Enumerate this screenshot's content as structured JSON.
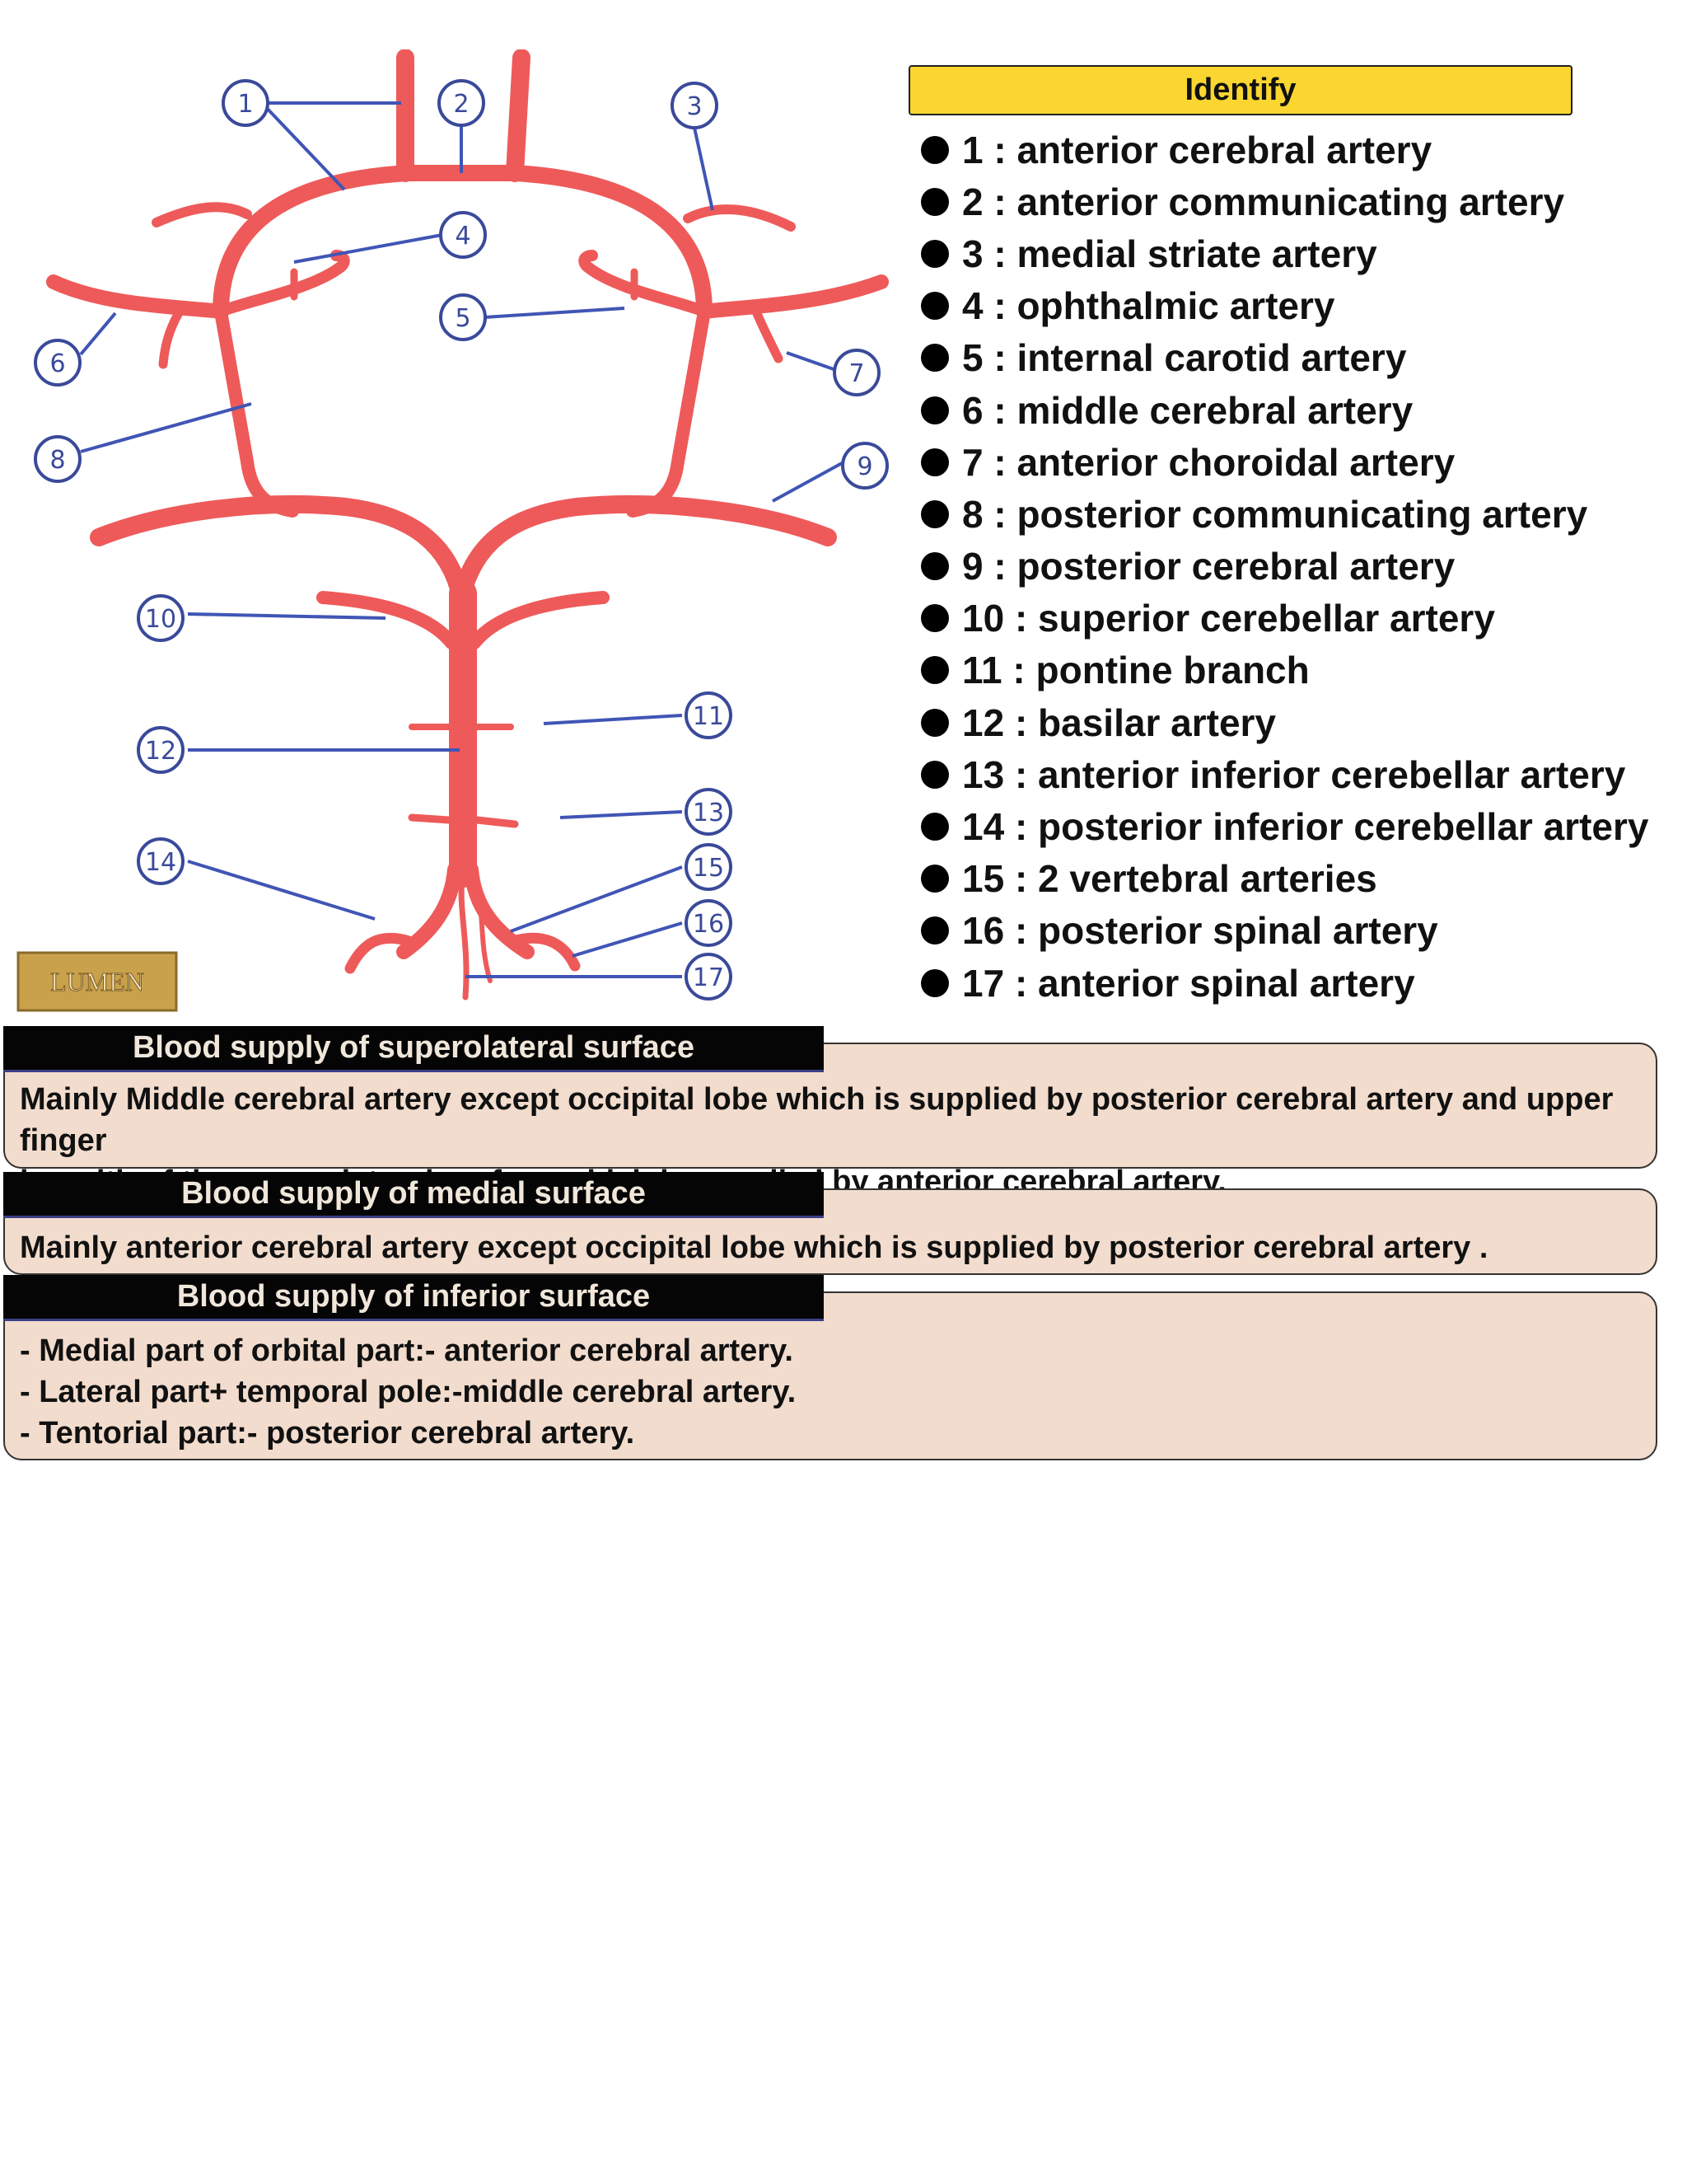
{
  "identify": {
    "title": "Identify",
    "items": [
      "1 : anterior cerebral artery",
      "2 : anterior communicating artery",
      "3 : medial striate artery",
      "4 : ophthalmic artery",
      "5 : internal carotid artery",
      "6 : middle cerebral artery",
      "7 : anterior choroidal artery",
      "8 : posterior communicating artery",
      "9 : posterior cerebral artery",
      "10 : superior cerebellar artery",
      "11 : pontine branch",
      "12 : basilar artery",
      "13 : anterior inferior cerebellar artery",
      "14 : posterior inferior cerebellar artery",
      "15 : 2 vertebral arteries",
      "16 : posterior spinal artery",
      "17 : anterior spinal artery"
    ]
  },
  "diagram": {
    "callouts": [
      "1",
      "2",
      "3",
      "4",
      "5",
      "6",
      "7",
      "8",
      "9",
      "10",
      "11",
      "12",
      "13",
      "14",
      "15",
      "16",
      "17"
    ],
    "watermark": "LUMEN",
    "colors": {
      "artery": "#ee5a5a",
      "callout": "#3a4a9a"
    }
  },
  "sections": [
    {
      "header": "Blood supply of superolateral surface",
      "lines": [
        "Mainly Middle cerebral artery except occipital lobe which is supplied by posterior cerebral artery and upper finger",
        "breadth of the superolateral surface which is supplied by anterior cerebral artery."
      ]
    },
    {
      "header": "Blood supply of medial surface",
      "lines": [
        "Mainly anterior cerebral artery except occipital lobe which is supplied by posterior cerebral artery ."
      ]
    },
    {
      "header": "Blood supply of inferior surface",
      "lines": [
        "- Medial part of orbital part:- anterior cerebral artery.",
        "- Lateral part+ temporal pole:-middle cerebral artery.",
        "- Tentorial part:- posterior cerebral artery."
      ]
    }
  ],
  "colors": {
    "identify_header_bg": "#fbd630",
    "section_header_bg": "#050505",
    "section_box_bg": "#f2dccd"
  }
}
